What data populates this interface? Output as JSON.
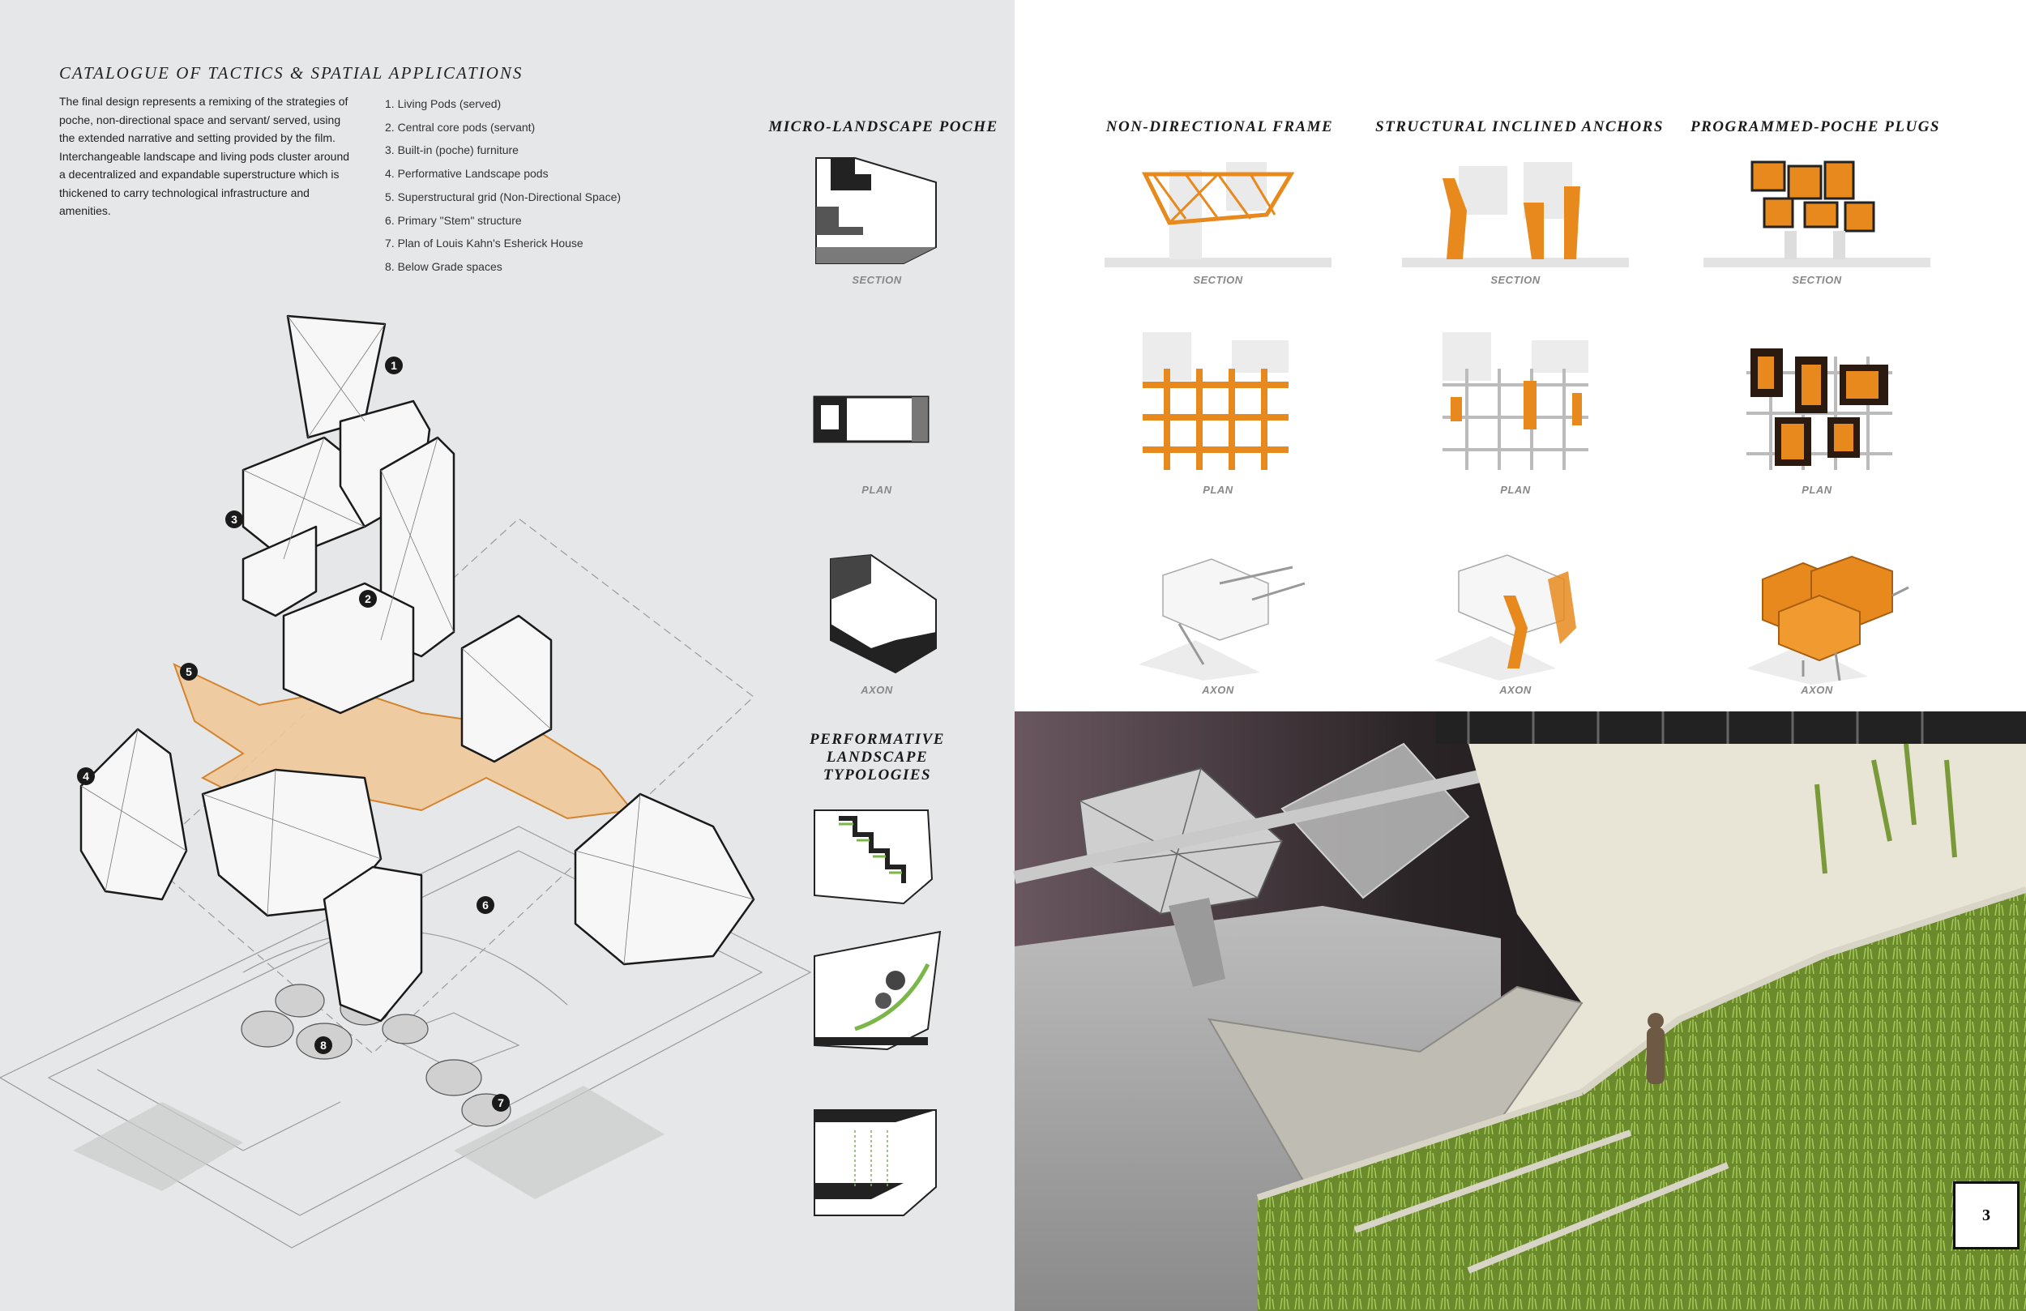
{
  "title": "CATALOGUE OF TACTICS & SPATIAL APPLICATIONS",
  "intro": "The final design represents a remixing of the strategies of poche, non-directional space and servant/ served, using the extended narrative and setting provided by the film. Interchangeable landscape and living pods cluster around a decentralized and expandable superstructure which is thickened to carry technological infrastructure and amenities.",
  "legend": [
    "1. Living Pods (served)",
    "2. Central core pods (servant)",
    "3. Built-in (poche) furniture",
    "4. Performative Landscape pods",
    "5. Superstructural grid (Non-Directional Space)",
    "6. Primary \"Stem\" structure",
    "7. Plan of Louis Kahn's Esherick House",
    "8. Below Grade spaces"
  ],
  "markers": [
    "1",
    "2",
    "3",
    "4",
    "5",
    "6",
    "7",
    "8"
  ],
  "micro": {
    "heading": "MICRO-LANDSCAPE POCHE",
    "captions": [
      "SECTION",
      "PLAN",
      "AXON"
    ]
  },
  "performative": {
    "heading": [
      "PERFORMATIVE",
      "LANDSCAPE",
      "TYPOLOGIES"
    ]
  },
  "columns": [
    {
      "heading": "NON-DIRECTIONAL FRAME",
      "captions": [
        "SECTION",
        "PLAN",
        "AXON"
      ]
    },
    {
      "heading": "STRUCTURAL INCLINED ANCHORS",
      "captions": [
        "SECTION",
        "PLAN",
        "AXON"
      ]
    },
    {
      "heading": "PROGRAMMED-POCHE PLUGS",
      "captions": [
        "SECTION",
        "PLAN",
        "AXON"
      ]
    }
  ],
  "page_number": "3",
  "colors": {
    "accent_orange": "#e8891e",
    "left_background": "#e6e7e8",
    "line_dark": "#222222",
    "landscape_green": "#7ab648"
  }
}
